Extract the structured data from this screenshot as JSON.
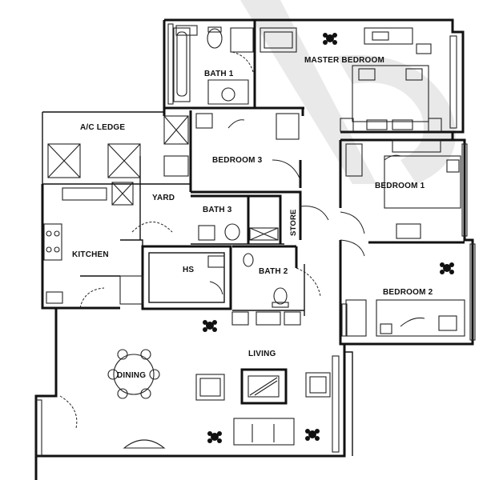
{
  "rooms": {
    "master_bedroom": "MASTER BEDROOM",
    "bath1": "BATH 1",
    "ac_ledge": "A/C LEDGE",
    "bedroom3": "BEDROOM 3",
    "bedroom1": "BEDROOM 1",
    "yard": "YARD",
    "bath3": "BATH 3",
    "store": "STORE",
    "kitchen": "KITCHEN",
    "hs": "HS",
    "bath2": "BATH 2",
    "bedroom2": "BEDROOM 2",
    "living": "LIVING",
    "dining": "DINING"
  },
  "colors": {
    "wall": "#111111",
    "background": "#ffffff",
    "watermark": "#e9e9e9"
  }
}
